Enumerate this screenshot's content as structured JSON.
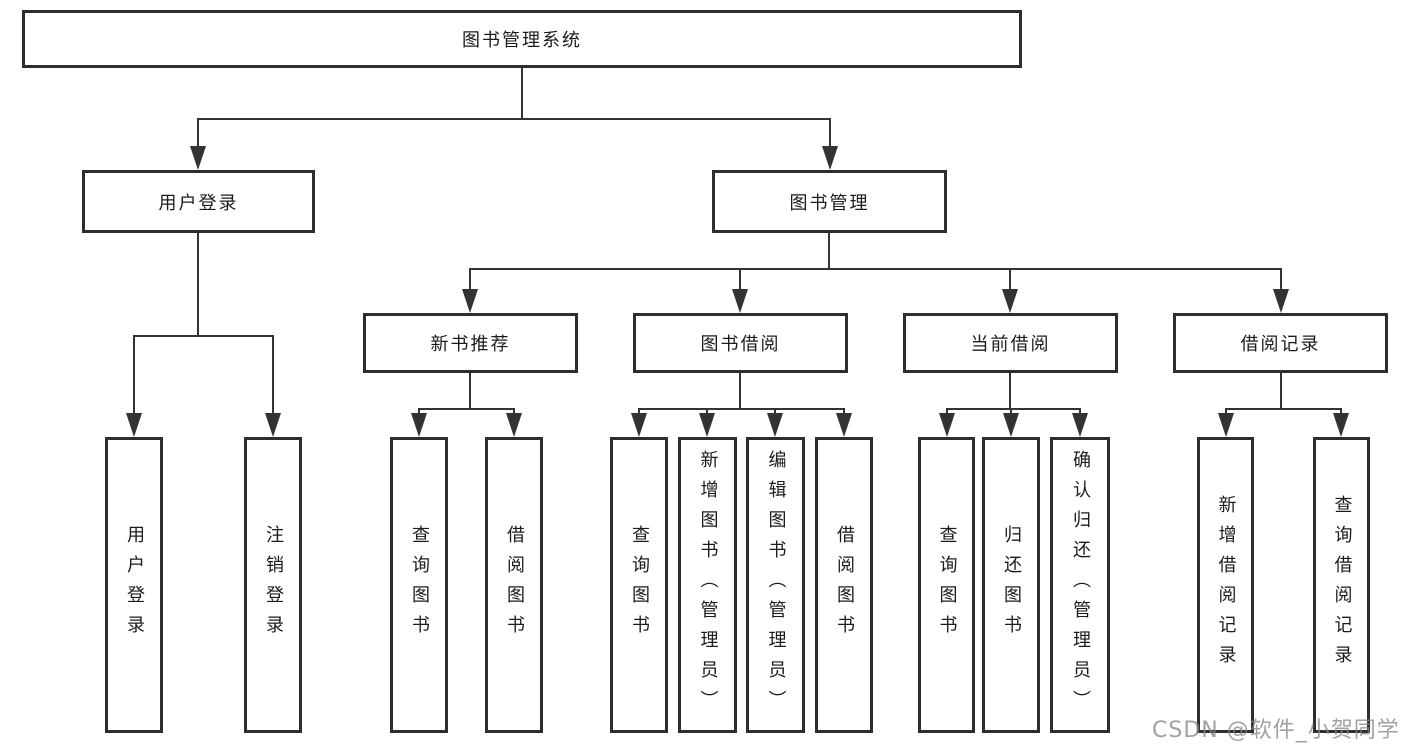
{
  "tree": {
    "root": "图书管理系统",
    "branches": [
      {
        "label": "用户登录",
        "children": [
          "用户登录",
          "注销登录"
        ]
      },
      {
        "label": "图书管理",
        "groups": [
          {
            "label": "新书推荐",
            "children": [
              "查询图书",
              "借阅图书"
            ]
          },
          {
            "label": "图书借阅",
            "children": [
              "查询图书",
              "新增图书（管理员）",
              "编辑图书（管理员）",
              "借阅图书"
            ]
          },
          {
            "label": "当前借阅",
            "children": [
              "查询图书",
              "归还图书",
              "确认归还（管理员）"
            ]
          },
          {
            "label": "借阅记录",
            "children": [
              "新增借阅记录",
              "查询借阅记录"
            ]
          }
        ]
      }
    ]
  },
  "watermark": "CSDN @软件_小贺同学",
  "colors": {
    "line": "#333333",
    "box_border": "#2e2e2e",
    "background": "#ffffff",
    "watermark": "#878787"
  }
}
